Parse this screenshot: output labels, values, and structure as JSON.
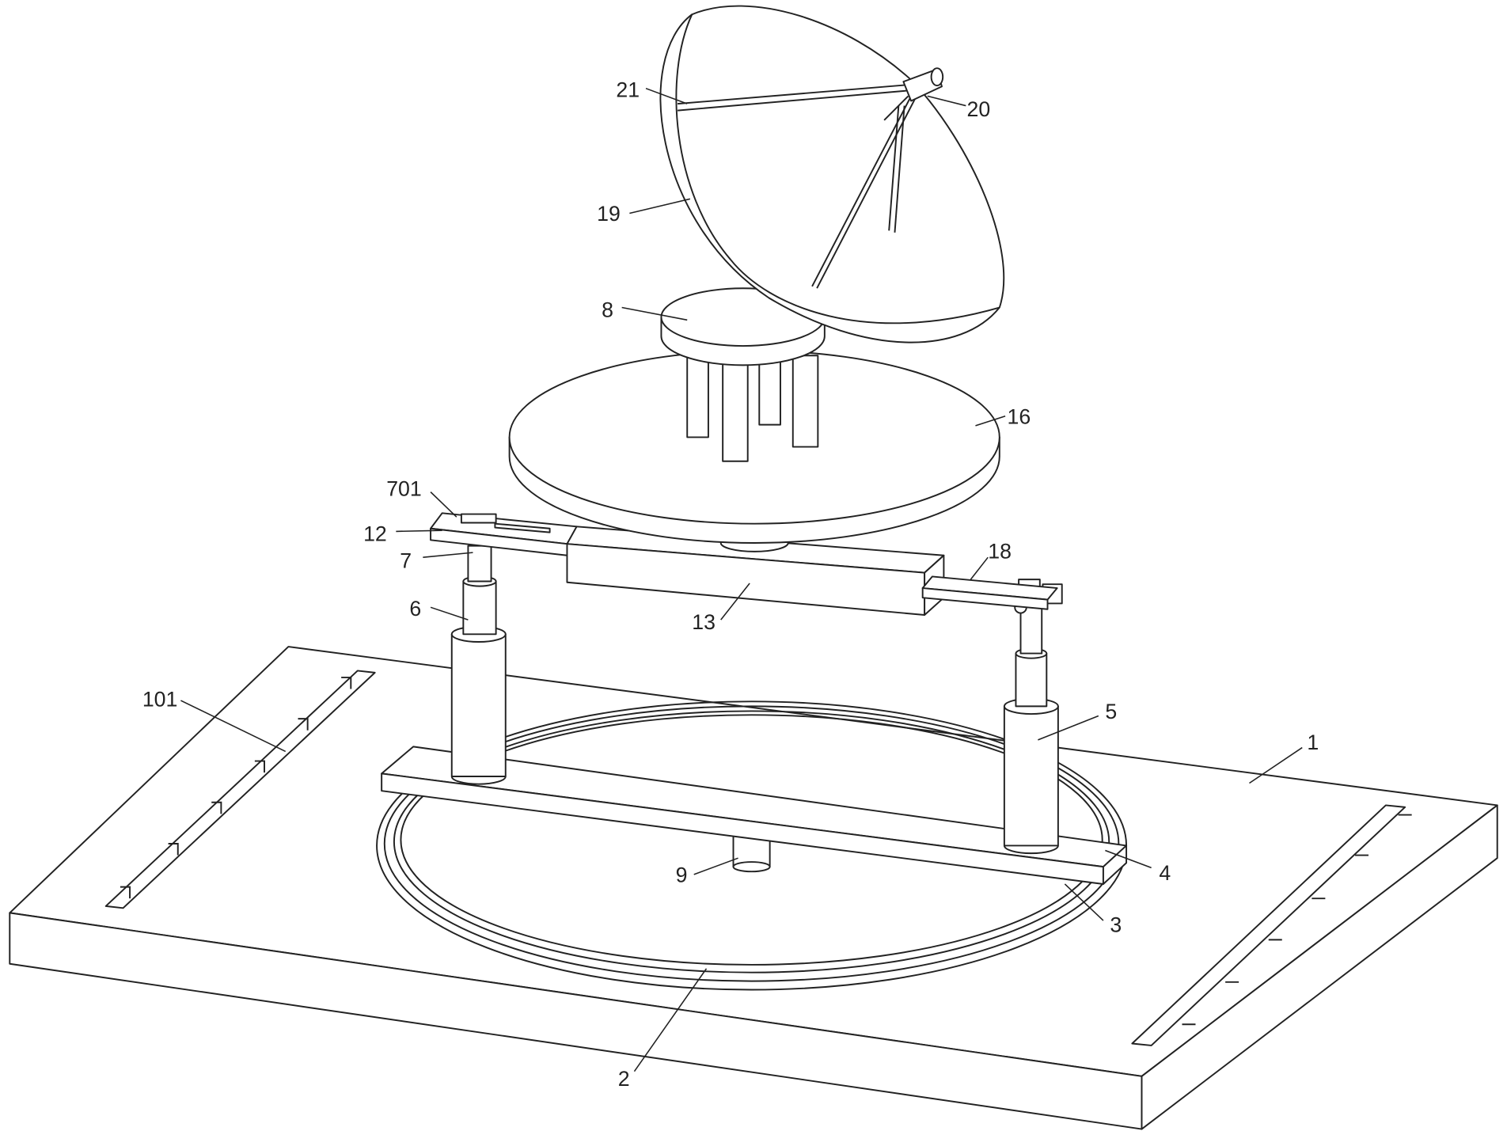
{
  "figure": {
    "labels": [
      "21",
      "20",
      "19",
      "8",
      "16",
      "701",
      "12",
      "7",
      "18",
      "6",
      "13",
      "101",
      "5",
      "1",
      "4",
      "9",
      "3",
      "2"
    ]
  },
  "colors": {
    "line": "#222222",
    "background": "#ffffff"
  }
}
